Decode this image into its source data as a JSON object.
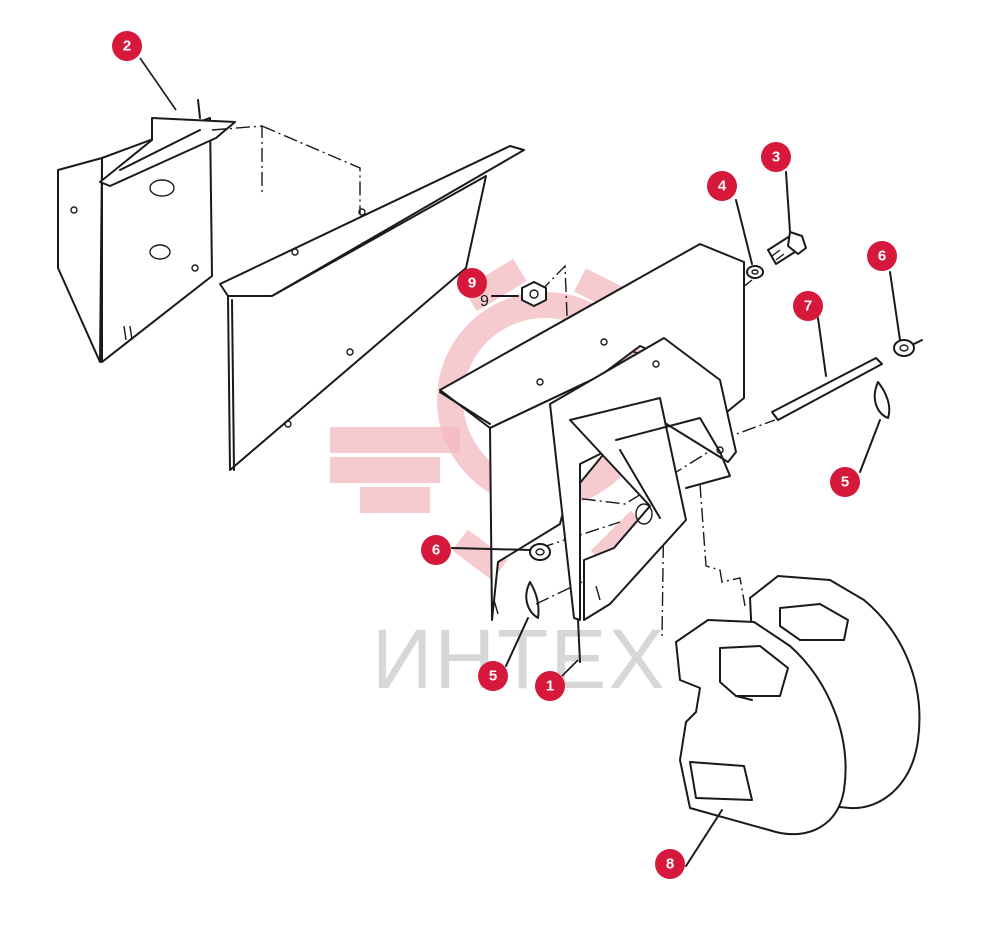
{
  "watermark": {
    "text": "ИНТЕХ",
    "color": "#d7d7d7",
    "logo_color": "#f3b9c0"
  },
  "callout_color": "#d6183a",
  "callouts": [
    {
      "id": "1",
      "label": "1"
    },
    {
      "id": "2",
      "label": "2"
    },
    {
      "id": "3",
      "label": "3"
    },
    {
      "id": "4",
      "label": "4"
    },
    {
      "id": "5a",
      "label": "5"
    },
    {
      "id": "5b",
      "label": "5"
    },
    {
      "id": "6a",
      "label": "6"
    },
    {
      "id": "6b",
      "label": "6"
    },
    {
      "id": "7",
      "label": "7"
    },
    {
      "id": "8",
      "label": "8"
    },
    {
      "id": "9",
      "label": "9"
    }
  ],
  "drawing_labels": {
    "nine": "9"
  }
}
